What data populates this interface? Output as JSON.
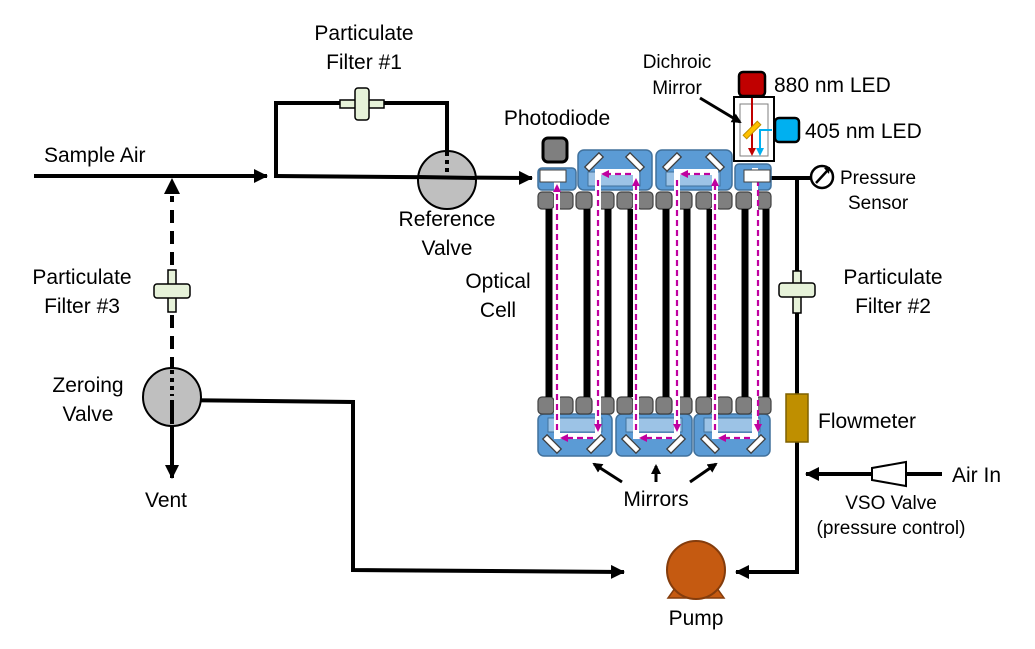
{
  "labels": {
    "sample_air": "Sample Air",
    "filter1_l1": "Particulate",
    "filter1_l2": "Filter #1",
    "filter2_l1": "Particulate",
    "filter2_l2": "Filter #2",
    "filter3_l1": "Particulate",
    "filter3_l2": "Filter #3",
    "reference_valve_l1": "Reference",
    "reference_valve_l2": "Valve",
    "zeroing_valve_l1": "Zeroing",
    "zeroing_valve_l2": "Valve",
    "vent": "Vent",
    "photodiode": "Photodiode",
    "optical_cell_l1": "Optical",
    "optical_cell_l2": "Cell",
    "dichroic_l1": "Dichroic",
    "dichroic_l2": "Mirror",
    "led_880": "880 nm LED",
    "led_405": "405 nm LED",
    "pressure_l1": "Pressure",
    "pressure_l2": "Sensor",
    "flowmeter": "Flowmeter",
    "air_in": "Air In",
    "vso_l1": "VSO Valve",
    "vso_l2": "(pressure control)",
    "mirrors": "Mirrors",
    "pump": "Pump"
  },
  "colors": {
    "pump": "#c55a11",
    "led_880": "#c00000",
    "led_405": "#00b0f0",
    "flowmeter": "#bf8f00",
    "cell": "#5b9bd5",
    "valve": "#bfbfbf",
    "beam": "#c000a0",
    "filter": "#e6f2d9"
  }
}
